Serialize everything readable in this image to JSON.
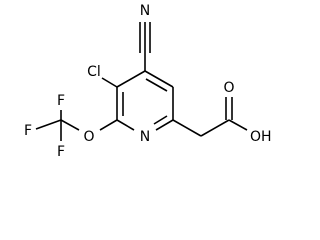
{
  "molecule": {
    "atoms": {
      "nitrile_n": "N",
      "chlorine": "Cl",
      "ring_n": "N",
      "ether_o": "O",
      "fluorine_top": "F",
      "fluorine_left": "F",
      "fluorine_bottom": "F",
      "carbonyl_o": "O",
      "hydroxyl": "OH"
    }
  }
}
